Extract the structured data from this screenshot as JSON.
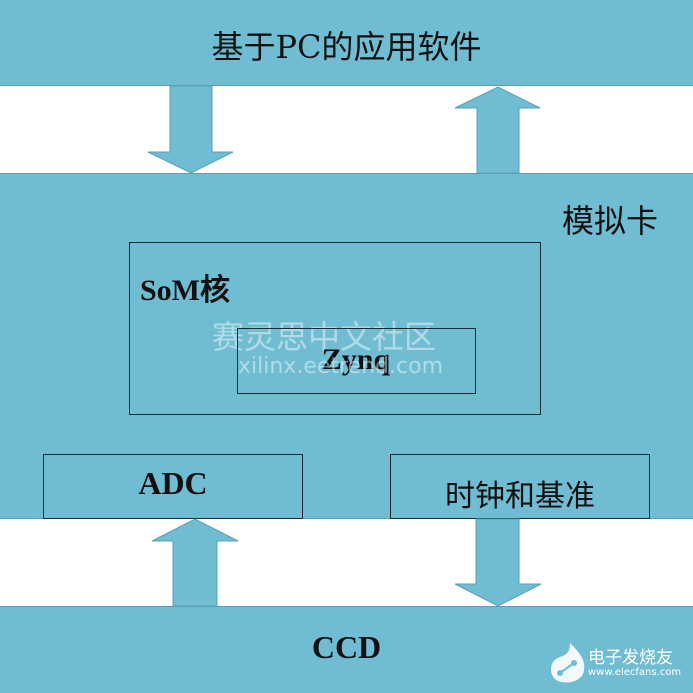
{
  "diagram": {
    "pc_software": "基于PC的应用软件",
    "analog_card": "模拟卡",
    "som_core": "SoM核",
    "zynq": "Zynq",
    "adc": "ADC",
    "clock_reference": "时钟和基准",
    "ccd": "CCD"
  },
  "watermarks": {
    "xilinx_cn": "赛灵思中文社区",
    "xilinx_url": "xilinx.eetrend.com",
    "elecfans_cn": "电子发烧友",
    "elecfans_url": "www.elecfans.com"
  },
  "colors": {
    "fill": "#70bdd3",
    "stroke": "#1e2a30"
  }
}
